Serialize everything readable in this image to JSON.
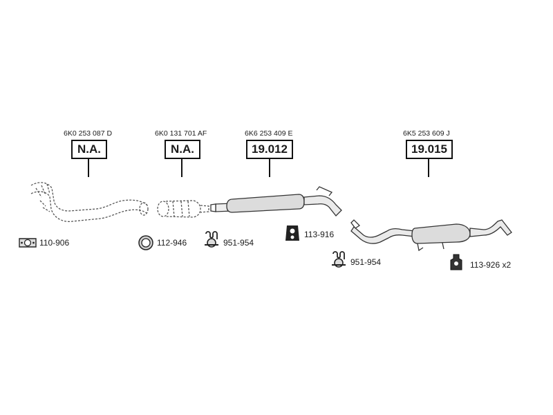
{
  "components": [
    {
      "oem": "6K0 253 087 D",
      "label": "N.A."
    },
    {
      "oem": "6K0 131 701 AF",
      "label": "N.A."
    },
    {
      "oem": "6K6 253 409 E",
      "label": "19.012"
    },
    {
      "oem": "6K5 253 609 J",
      "label": "19.015"
    }
  ],
  "parts": [
    {
      "code": "110-906"
    },
    {
      "code": "112-946"
    },
    {
      "code": "951-954"
    },
    {
      "code": "113-916"
    },
    {
      "code": "951-954"
    },
    {
      "code": "113-926 x2"
    }
  ]
}
